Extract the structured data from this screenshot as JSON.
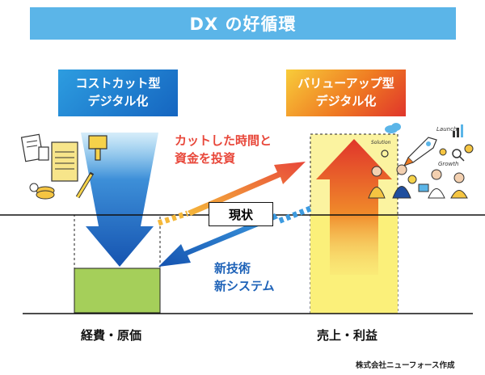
{
  "title": "DX の好循環",
  "cost_type": {
    "line1": "コストカット型",
    "line2": "デジタル化"
  },
  "value_type": {
    "line1": "バリューアップ型",
    "line2": "デジタル化"
  },
  "now_label": "現状",
  "invest_text": {
    "line1": "カットした時間と",
    "line2": "資金を投資"
  },
  "tech_text": {
    "line1": "新技術",
    "line2": "新システム"
  },
  "expense_label": "経費・原価",
  "sales_label": "売上・利益",
  "credit": "株式会社ニューフォース作成",
  "illustration_words": {
    "launch": "Launch",
    "growth": "Growth",
    "solution": "Solution"
  },
  "colors": {
    "title_bg": "#5bb5e8",
    "blue_dark": "#1f63b8",
    "green_box": "#a5cf5a",
    "yellow_box": "#fbf3a0",
    "red_orange": "#e8473a",
    "orange": "#f08a2a"
  },
  "icons": [
    "receipt-icon",
    "invoice-icon",
    "coins-icon",
    "pen-icon",
    "stamp-icon",
    "rocket-icon",
    "lightbulb-icon",
    "cloud-icon",
    "magnifier-icon",
    "bar-chart-icon",
    "gear-icon",
    "team-illustration"
  ]
}
